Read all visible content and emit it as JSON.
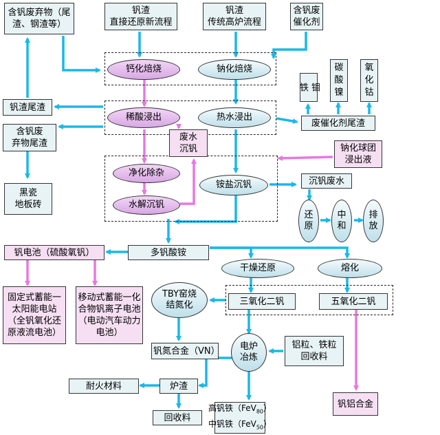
{
  "colors": {
    "blue_arrow": "#1ab8e8",
    "pink_arrow": "#e878e0",
    "box_fill": "#e8f3f6",
    "pink_fill": "#f6dff3"
  },
  "nodes": {
    "waste_top": "含钒废弃物（尾渣、钢渣等）",
    "slag_direct": "钒渣\n直接还原新流程",
    "slag_traditional": "钒渣\n传统高炉流程",
    "catalyst": "含钒废\n催化剂",
    "calcium_roast": "钙化焙烧",
    "sodium_roast": "钠化焙烧",
    "mo_iron": "钼\n铁",
    "nickel_carbonate": "碳\n酸\n镍",
    "cobalt_oxide": "氧\n化\n钴",
    "slag_tailings": "钒渣尾渣",
    "acid_leach": "稀酸浸出",
    "hot_water_leach": "热水浸出",
    "waste_water_sink": "废水\n沉钒",
    "catalyst_tail": "废催化剂尾渣",
    "waste_tailings": "含钒废\n弃物尾渣",
    "pellet_leach": "钠化球团\n浸出液",
    "purify": "净化除杂",
    "ammonium_sink": "铵盐沉钒",
    "sink_waste_water": "沉钒废水",
    "black_tile": "黑瓷\n地板砖",
    "hydro_sink": "水解沉钒",
    "reduce": "还\n原",
    "neutralize": "中\n和",
    "discharge": "排\n放",
    "battery": "钒电池（硫酸氧钒）",
    "ammonium_polyvanadate": "多钒酸铵",
    "dry_reduce": "干燥还原",
    "melt": "熔化",
    "fixed_storage": "固定式蓄能一太阳能电站（全钒氧化还原液流电池）",
    "mobile_storage": "移动式蓄能一化合物钒离子电池（电动汽车动力电池）",
    "tby_kiln": "TBY窑烧\n结氮化",
    "v2o3": "三氧化二钒",
    "v2o5": "五氧化二钒",
    "vn_alloy": "钒氮合金（VN）",
    "eaf": "电炉\n冶炼",
    "al_fe_recycle": "铝粒、铁粒\n回收料",
    "refractory": "耐火材料",
    "furnace_slag": "炉渣",
    "recycle": "回收料",
    "vanadium_aluminum": "钒铝合金",
    "fev80_main": "高钒铁（FeV",
    "fev80_sub": "80",
    "fev50_main": "中钒铁（FeV",
    "fev50_sub": "50",
    "close_paren": "）"
  }
}
